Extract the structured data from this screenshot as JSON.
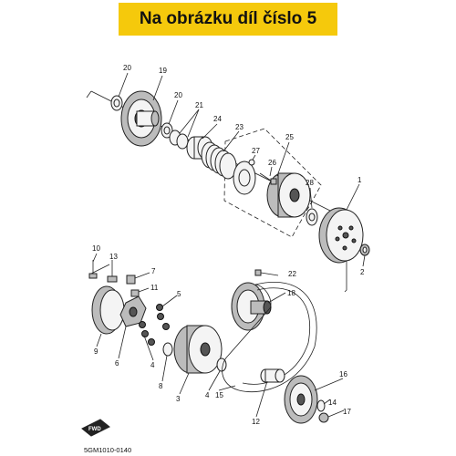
{
  "banner": {
    "title": "Na obrázku díl číslo 5",
    "color": "#f5c90c"
  },
  "diagram": {
    "code": "5GM1010-0140",
    "fwd_label": "FWD",
    "callouts": {
      "c1": "1",
      "c2": "2",
      "c3": "3",
      "c4a": "4",
      "c4b": "4",
      "c5": "5",
      "c6": "6",
      "c7": "7",
      "c8": "8",
      "c9": "9",
      "c10": "10",
      "c11": "11",
      "c12": "12",
      "c13": "13",
      "c14": "14",
      "c15": "15",
      "c16": "16",
      "c17": "17",
      "c18": "18",
      "c19": "19",
      "c20a": "20",
      "c20b": "20",
      "c21": "21",
      "c22": "22",
      "c23": "23",
      "c24": "24",
      "c25": "25",
      "c26": "26",
      "c27": "27",
      "c28": "28"
    }
  }
}
